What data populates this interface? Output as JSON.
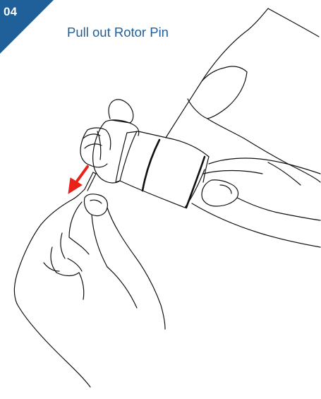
{
  "step": {
    "number": "04",
    "title": "Pull out Rotor Pin",
    "badge_color": "#1f5f9a"
  },
  "illustration": {
    "subject": "hand-pulling-rotor-pin-from-cylinder",
    "arrow_color": "#e8221b"
  }
}
